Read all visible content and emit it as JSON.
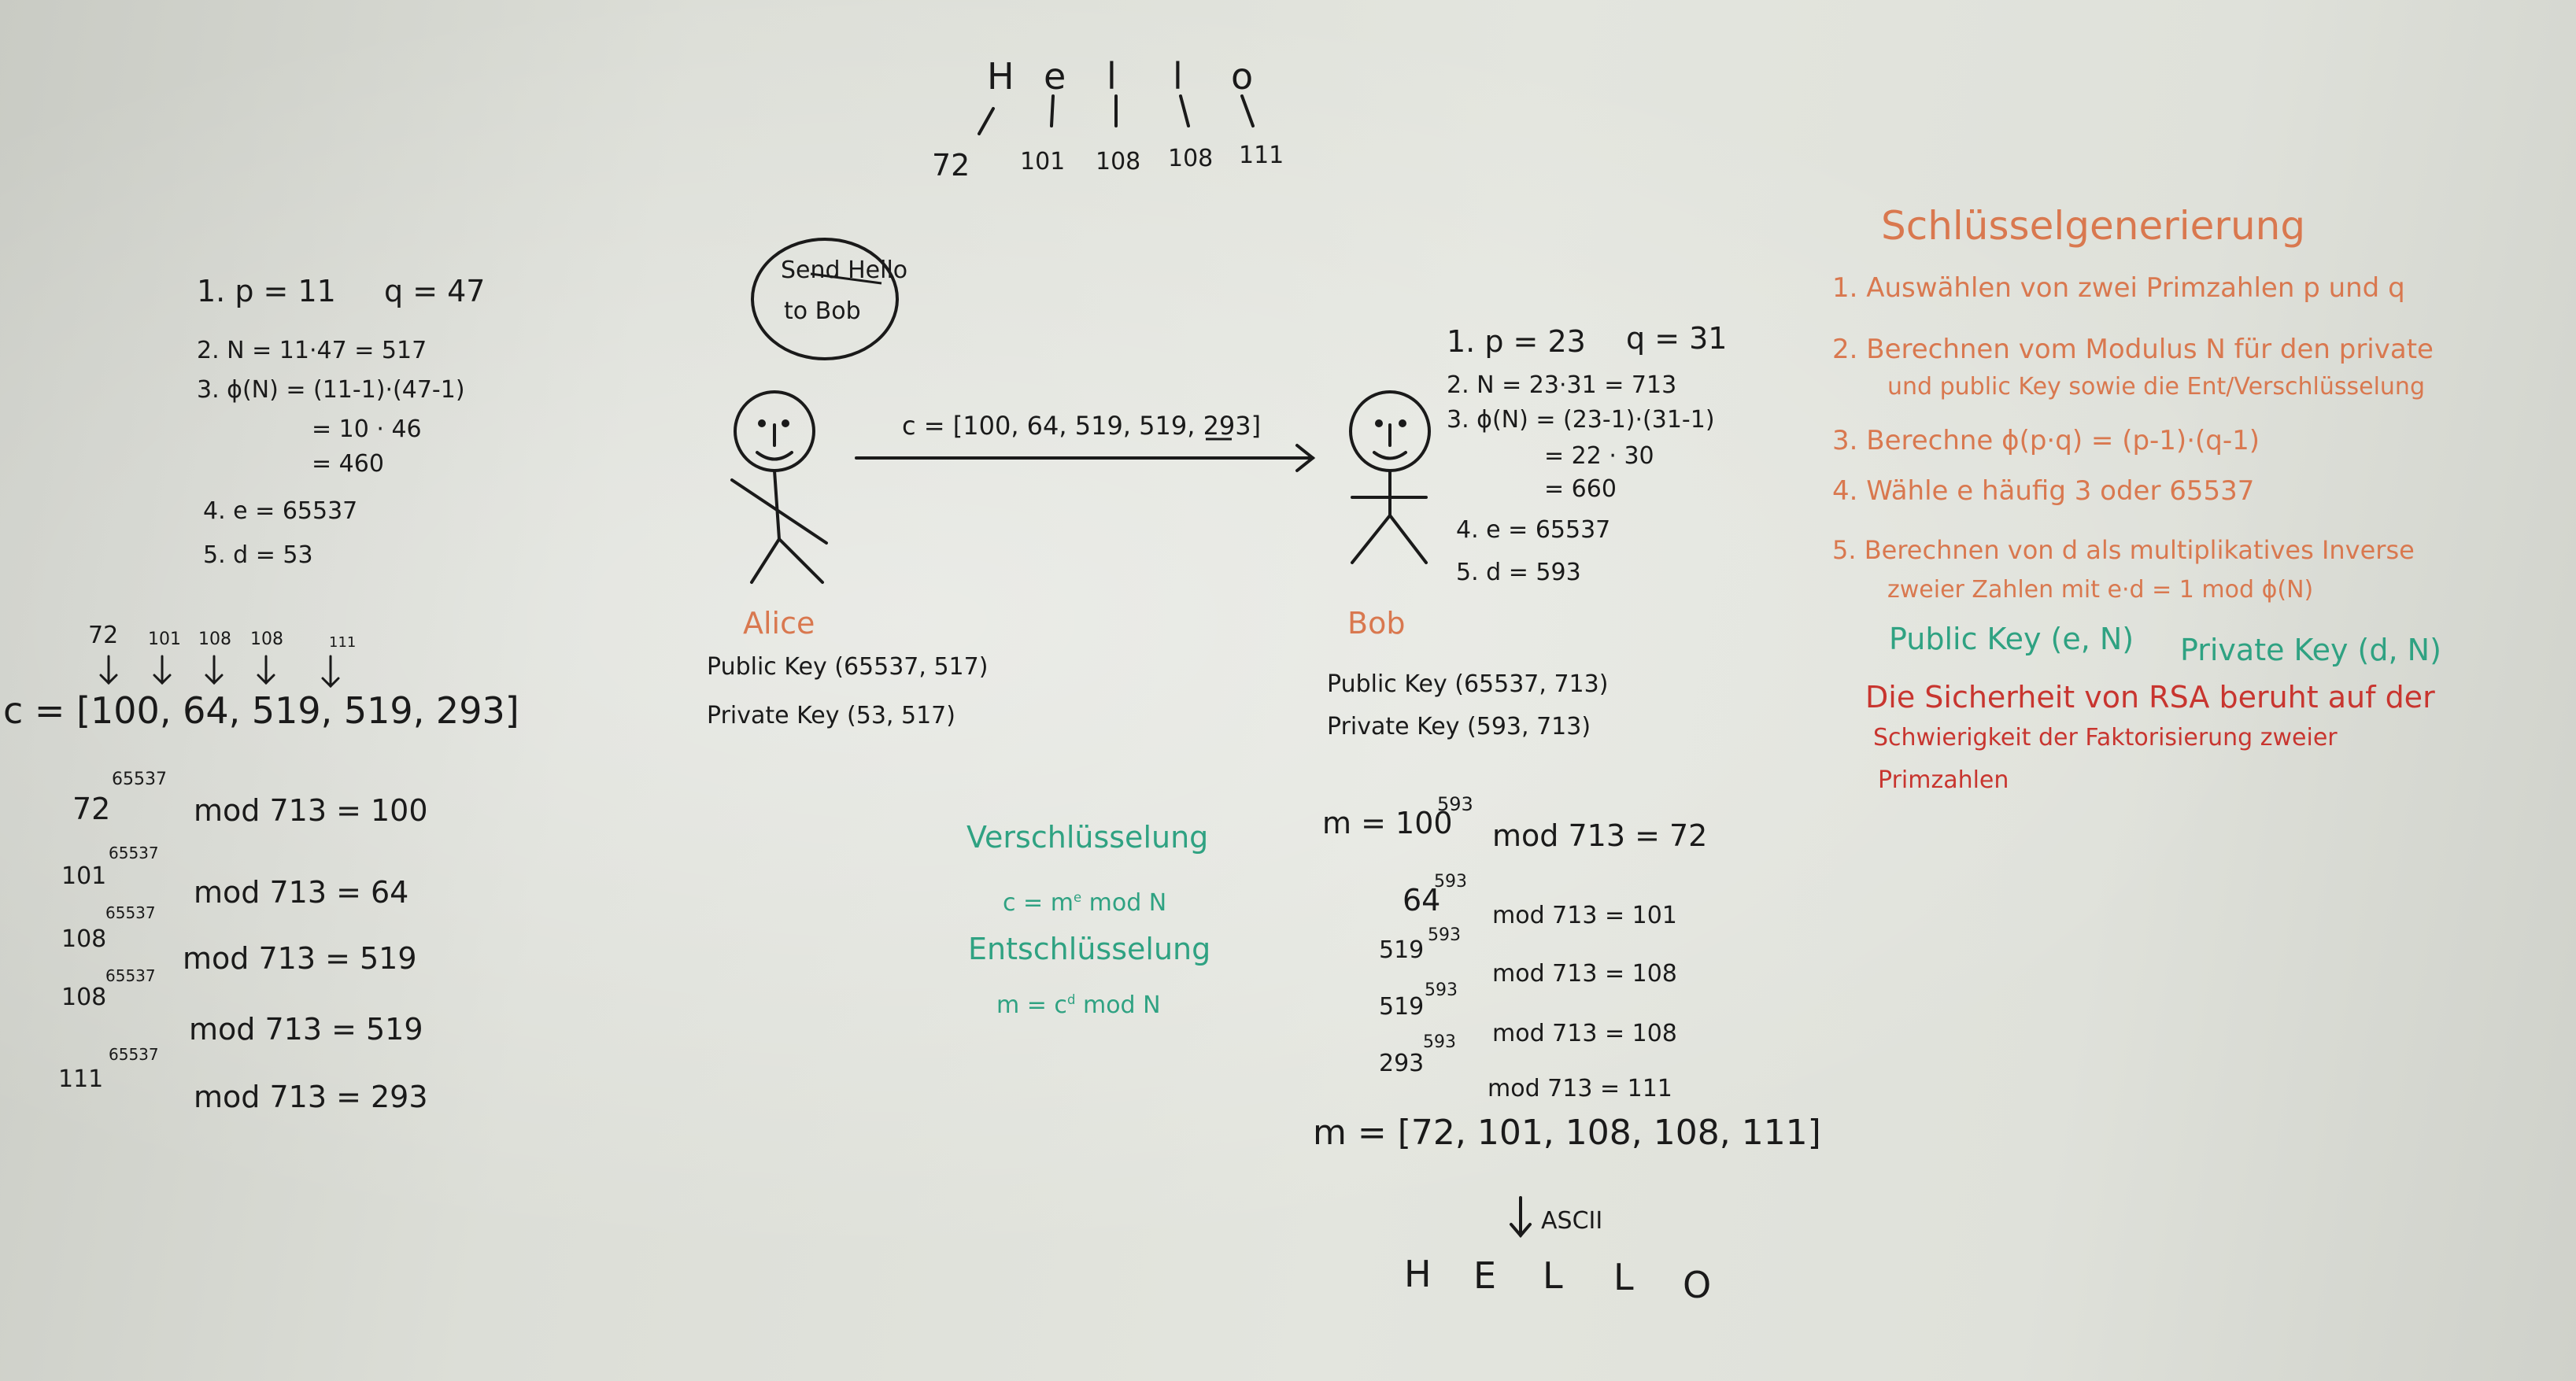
{
  "hello": {
    "letters": [
      "H",
      "e",
      "l",
      "l",
      "o"
    ],
    "codes": [
      "72",
      "101",
      "108",
      "108",
      "111"
    ]
  },
  "bubble": {
    "line1": "Send Hello",
    "line2": "to Bob"
  },
  "arrow_label": "c = [100, 64, 519, 519, 293]",
  "alice": {
    "name": "Alice",
    "step1_p": "1. p = 11",
    "step1_q": "q = 47",
    "step2": "2. N = 11·47 = 517",
    "step3": "3. ϕ(N) = (11-1)·(47-1)",
    "step3b": "= 10 · 46",
    "step3c": "= 460",
    "step4": "4. e = 65537",
    "step5": "5. d = 53",
    "public_key": "Public Key (65537, 517)",
    "private_key": "Private Key (53, 517)",
    "codes_row": [
      "72",
      "101",
      "108",
      "108",
      "111"
    ],
    "cipher": "c = [100, 64, 519, 519, 293]",
    "enc": [
      {
        "base": "72",
        "exp": "65537",
        "rest": "mod 713 = 100"
      },
      {
        "base": "101",
        "exp": "65537",
        "rest": "mod 713 = 64"
      },
      {
        "base": "108",
        "exp": "65537",
        "rest": "mod 713 = 519"
      },
      {
        "base": "108",
        "exp": "65537",
        "rest": "mod 713 = 519"
      },
      {
        "base": "111",
        "exp": "65537",
        "rest": "mod 713 = 293"
      }
    ]
  },
  "bob": {
    "name": "Bob",
    "step1_p": "1. p = 23",
    "step1_q": "q = 31",
    "step2": "2. N = 23·31 = 713",
    "step3": "3. ϕ(N) = (23-1)·(31-1)",
    "step3b": "= 22 · 30",
    "step3c": "= 660",
    "step4": "4. e = 65537",
    "step5": "5. d = 593",
    "public_key": "Public Key (65537, 713)",
    "private_key": "Private Key (593, 713)",
    "dec": [
      {
        "pre": "m = ",
        "base": "100",
        "exp": "593",
        "rest": "mod 713 = 72"
      },
      {
        "pre": "",
        "base": "64",
        "exp": "593",
        "rest": "mod 713 = 101"
      },
      {
        "pre": "",
        "base": "519",
        "exp": "593",
        "rest": "mod 713 = 108"
      },
      {
        "pre": "",
        "base": "519",
        "exp": "593",
        "rest": "mod 713 = 108"
      },
      {
        "pre": "",
        "base": "293",
        "exp": "593",
        "rest": "mod 713 = 111"
      }
    ],
    "result": "m = [72, 101, 108, 108, 111]",
    "ascii_label": "ASCII",
    "decoded": [
      "H",
      "E",
      "L",
      "L",
      "O"
    ]
  },
  "formulas": {
    "enc_title": "Verschlüsselung",
    "enc_base": "c = m",
    "enc_exp": "e",
    "enc_rest": "mod N",
    "dec_title": "Entschlüsselung",
    "dec_base": "m = c",
    "dec_exp": "d",
    "dec_rest": "mod N"
  },
  "keygen": {
    "title": "Schlüsselgenerierung",
    "steps": [
      "1. Auswählen von zwei Primzahlen p und q",
      "2. Berechnen vom Modulus N für den private",
      "und public Key sowie die Ent/Verschlüsselung",
      "3. Berechne ϕ(p·q) = (p-1)·(q-1)",
      "4. Wähle e häufig 3 oder 65537",
      "5. Berechnen von d als multiplikatives Inverse",
      "zweier Zahlen mit e·d = 1 mod ϕ(N)"
    ],
    "public_key": "Public Key (e, N)",
    "private_key": "Private Key (d, N)",
    "security": [
      "Die Sicherheit von RSA beruht auf der",
      "Schwierigkeit der Faktorisierung zweier",
      "Primzahlen"
    ]
  },
  "colors": {
    "ink": "#1a1a1a",
    "orange": "#d9784f",
    "green": "#2fa282",
    "red": "#c8352f",
    "board": "#dfe1da"
  }
}
